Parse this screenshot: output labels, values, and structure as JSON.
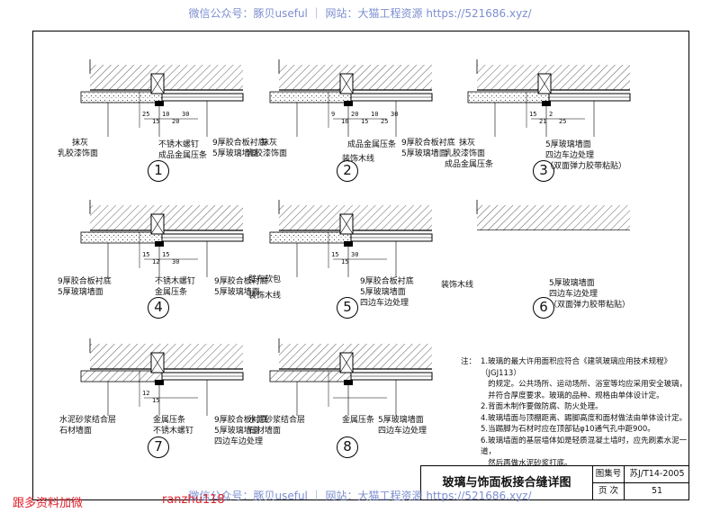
{
  "watermark_top": "微信公众号：豚贝useful ｜ 网站：大猫工程资源 https://521686.xyz/",
  "watermark_bottom": "微信公众号：豚贝useful ｜ 网站：大猫工程资源 https://521686.xyz/",
  "footer": {
    "left": "跟多资料加微",
    "right": "ranzhu118"
  },
  "details": [
    {
      "number": "1",
      "labels": [
        "抹灰",
        "乳胶漆饰面",
        "不锈木螺钉",
        "成品金属压条",
        "9厚胶合板衬底",
        "5厚玻璃墙面"
      ],
      "dims": [
        "25",
        "15",
        "10",
        "20",
        "30"
      ]
    },
    {
      "number": "2",
      "labels": [
        "抹灰",
        "乳胶漆饰面",
        "装饰木线",
        "成品金属压条",
        "9厚胶合板衬底",
        "5厚玻璃墙面"
      ],
      "dims": [
        "9",
        "16",
        "20",
        "15",
        "10",
        "25",
        "30"
      ]
    },
    {
      "number": "3",
      "labels": [
        "抹灰",
        "乳胶漆饰面",
        "成品金属压条",
        "5厚玻璃墙面",
        "四边车边处理",
        "（双面弹力胶带粘贴）"
      ],
      "dims": [
        "15",
        "21",
        "2",
        "25"
      ]
    },
    {
      "number": "4",
      "labels": [
        "9厚胶合板衬底",
        "5厚玻璃墙面",
        "不锈木螺钉",
        "金属压条",
        "9厚胶合板衬底",
        "5厚玻璃墙面"
      ],
      "dims": [
        "15",
        "12",
        "15",
        "30"
      ]
    },
    {
      "number": "5",
      "labels": [
        "壁布软包",
        "装饰木线",
        "9厚胶合板衬底",
        "5厚玻璃墙面",
        "四边车边处理"
      ],
      "dims": [
        "15",
        "15",
        "30"
      ]
    },
    {
      "number": "6",
      "labels": [
        "装饰木线",
        "5厚玻璃墙面",
        "四边车边处理",
        "（双面弹力胶带粘贴）"
      ],
      "dims": []
    },
    {
      "number": "7",
      "labels": [
        "水泥砂浆结合层",
        "石材墙面",
        "不锈木螺钉",
        "金属压条",
        "9厚胶合板衬底",
        "5厚玻璃墙面",
        "四边车边处理"
      ],
      "dims": [
        "12",
        "15"
      ]
    },
    {
      "number": "8",
      "labels": [
        "水泥砂浆结合层",
        "石材墙面",
        "金属压条",
        "5厚玻璃墙面",
        "四边车边处理"
      ],
      "dims": []
    }
  ],
  "notes": {
    "prefix": "注：",
    "items": [
      {
        "k": "1.",
        "lines": [
          "玻璃的最大许用面积应符合《建筑玻璃应用技术规程》（JGJ113）",
          "的规定。公共场所、运动场所、浴室等均应采用安全玻璃，",
          "并符合厚度要求。玻璃的品种、规格由单体设计定。"
        ]
      },
      {
        "k": "2.",
        "lines": [
          "背面木制作要做防腐、防火处理。"
        ]
      },
      {
        "k": "4.",
        "lines": [
          "玻璃墙面与顶棚距离、踢脚高度和面材做法由单体设计定。"
        ]
      },
      {
        "k": "5.",
        "lines": [
          "当踢脚为石材时应在顶部钻φ10通气孔中距900。"
        ]
      },
      {
        "k": "6.",
        "lines": [
          "玻璃墙面的基层墙体如是轻质混凝土墙时，应先刷素水泥一道，",
          "然后再做水泥砂浆打底。"
        ]
      }
    ]
  },
  "title_block": {
    "title": "玻璃与饰面板接合缝详图",
    "atlas_label": "图集号",
    "atlas_value": "苏J/T14-2005",
    "page_label": "页  次",
    "page_value": "51"
  }
}
